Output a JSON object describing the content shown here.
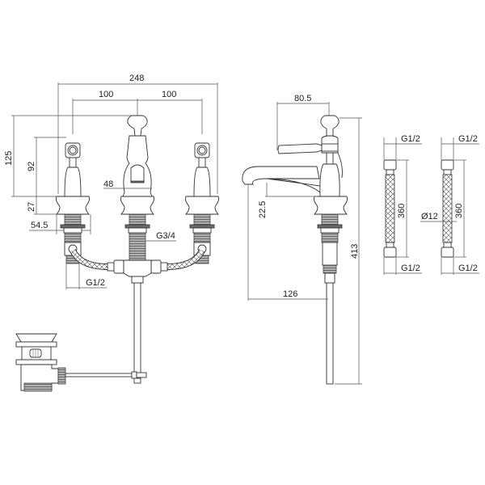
{
  "drawing": {
    "title": "Three-hole basin mixer technical drawing",
    "front_view": {
      "overall_width": "248",
      "left_spacing": "100",
      "right_spacing": "100",
      "overall_height_handle": "125",
      "height_to_handle": "92",
      "collar_height": "27",
      "collar_diameter": "54.5",
      "spout_body_width": "48",
      "center_thread": "G3/4",
      "side_thread": "G1/2"
    },
    "side_view": {
      "lever_reach": "80.5",
      "spout_height": "22.5",
      "spout_projection": "126",
      "total_height": "413"
    },
    "hoses": {
      "top_thread_left": "G1/2",
      "top_thread_right": "G1/2",
      "length_left": "360",
      "length_right": "360",
      "hose_diameter": "Ø12",
      "bottom_thread_left": "G1/2",
      "bottom_thread_right": "G1/2"
    }
  }
}
